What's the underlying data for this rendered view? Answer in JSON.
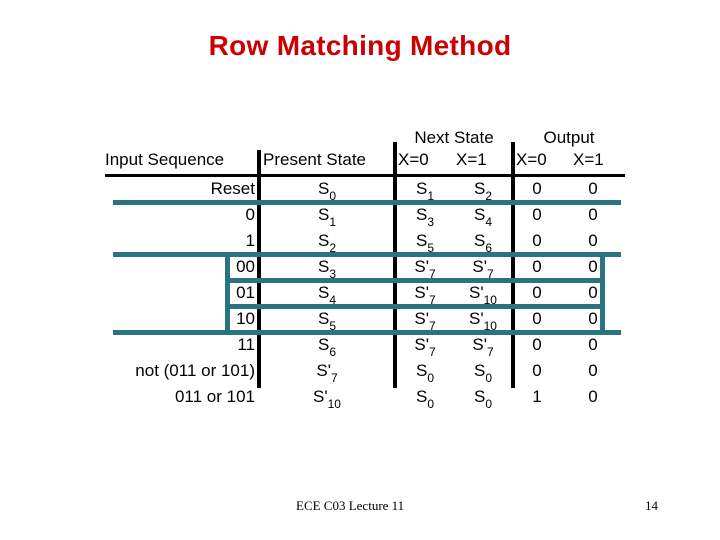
{
  "slide": {
    "title": "Row Matching Method",
    "title_color": "#cc0000",
    "highlight_color": "#2a7482",
    "background": "#ffffff"
  },
  "table": {
    "group_headers": {
      "next_state": "Next State",
      "output": "Output"
    },
    "column_headers": {
      "input_sequence": "Input Sequence",
      "present_state": "Present State",
      "next_x0": "X=0",
      "next_x1": "X=1",
      "out_x0": "X=0",
      "out_x1": "X=1"
    },
    "rows": [
      {
        "input_sequence": "Reset",
        "present_state": {
          "base": "S",
          "prime": "",
          "sub": "0"
        },
        "next_x0": {
          "base": "S",
          "prime": "",
          "sub": "1"
        },
        "next_x1": {
          "base": "S",
          "prime": "",
          "sub": "2"
        },
        "out_x0": "0",
        "out_x1": "0"
      },
      {
        "input_sequence": "0",
        "present_state": {
          "base": "S",
          "prime": "",
          "sub": "1"
        },
        "next_x0": {
          "base": "S",
          "prime": "",
          "sub": "3"
        },
        "next_x1": {
          "base": "S",
          "prime": "",
          "sub": "4"
        },
        "out_x0": "0",
        "out_x1": "0"
      },
      {
        "input_sequence": "1",
        "present_state": {
          "base": "S",
          "prime": "",
          "sub": "2"
        },
        "next_x0": {
          "base": "S",
          "prime": "",
          "sub": "5"
        },
        "next_x1": {
          "base": "S",
          "prime": "",
          "sub": "6"
        },
        "out_x0": "0",
        "out_x1": "0"
      },
      {
        "input_sequence": "00",
        "present_state": {
          "base": "S",
          "prime": "",
          "sub": "3"
        },
        "next_x0": {
          "base": "S",
          "prime": "'",
          "sub": "7"
        },
        "next_x1": {
          "base": "S",
          "prime": "'",
          "sub": "7"
        },
        "out_x0": "0",
        "out_x1": "0"
      },
      {
        "input_sequence": "01",
        "present_state": {
          "base": "S",
          "prime": "",
          "sub": "4"
        },
        "next_x0": {
          "base": "S",
          "prime": "'",
          "sub": "7"
        },
        "next_x1": {
          "base": "S",
          "prime": "'",
          "sub": "10"
        },
        "out_x0": "0",
        "out_x1": "0"
      },
      {
        "input_sequence": "10",
        "present_state": {
          "base": "S",
          "prime": "",
          "sub": "5"
        },
        "next_x0": {
          "base": "S",
          "prime": "'",
          "sub": "7"
        },
        "next_x1": {
          "base": "S",
          "prime": "'",
          "sub": "10"
        },
        "out_x0": "0",
        "out_x1": "0"
      },
      {
        "input_sequence": "11",
        "present_state": {
          "base": "S",
          "prime": "",
          "sub": "6"
        },
        "next_x0": {
          "base": "S",
          "prime": "'",
          "sub": "7"
        },
        "next_x1": {
          "base": "S",
          "prime": "'",
          "sub": "7"
        },
        "out_x0": "0",
        "out_x1": "0"
      },
      {
        "input_sequence": "not (011 or 101)",
        "present_state": {
          "base": "S",
          "prime": "'",
          "sub": "7"
        },
        "next_x0": {
          "base": "S",
          "prime": "",
          "sub": "0"
        },
        "next_x1": {
          "base": "S",
          "prime": "",
          "sub": "0"
        },
        "out_x0": "0",
        "out_x1": "0"
      },
      {
        "input_sequence": "011 or 101",
        "present_state": {
          "base": "S",
          "prime": "'",
          "sub": "10"
        },
        "next_x0": {
          "base": "S",
          "prime": "",
          "sub": "0"
        },
        "next_x1": {
          "base": "S",
          "prime": "",
          "sub": "0"
        },
        "out_x0": "1",
        "out_x1": "0"
      }
    ]
  },
  "footer": {
    "left": "ECE C03 Lecture 11",
    "page": "14"
  }
}
